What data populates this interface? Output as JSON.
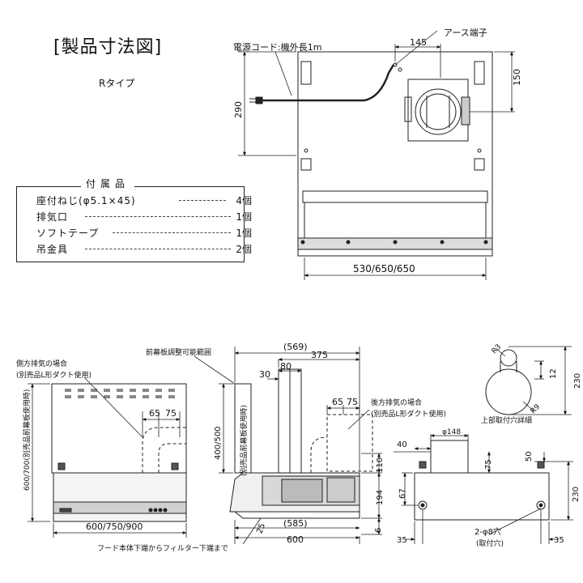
{
  "title": "[製品寸法図]",
  "subtitle": "Rタイプ",
  "accessories": {
    "heading": "付属品",
    "items": [
      {
        "name": "座付ねじ(φ5.1×45)",
        "qty": "4個"
      },
      {
        "name": "排気口",
        "qty": "1個"
      },
      {
        "name": "ソフトテープ",
        "qty": "1個"
      },
      {
        "name": "吊金具",
        "qty": "2個"
      }
    ]
  },
  "top_view": {
    "cord_label": "電源コード:機外長1m",
    "earth_label": "アース端子",
    "dim_145": "145",
    "dim_150": "150",
    "dim_290": "290",
    "width_label": "530/650/650"
  },
  "front_view": {
    "side_exhaust_1": "側方排気の場合",
    "side_exhaust_2": "(別売品L形ダクト使用)",
    "dim_65": "65",
    "dim_75": "75",
    "height_label": "600/700(別売品前幕板使用時)",
    "width_label": "600/750/900"
  },
  "side_view": {
    "adjust_range": "前幕板調整可能範囲",
    "dim_569": "(569)",
    "dim_375": "375",
    "dim_80": "80",
    "dim_30": "30",
    "height_label": "400/500",
    "height_sub": "(別売品前幕板使用時)",
    "rear_exhaust_1": "後方排気の場合",
    "rear_exhaust_2": "(別売品L形ダクト使用)",
    "dim_65": "65",
    "dim_75": "75",
    "dim_110": "110",
    "dim_194": "194",
    "dim_6": "6",
    "dim_585": "(585)",
    "dim_600": "600",
    "dim_25": "25",
    "filter_note": "フード本体下端からフィルター下端まで"
  },
  "rear_view": {
    "phi148": "φ148",
    "dim_40": "40",
    "dim_75": "75",
    "dim_50": "50",
    "dim_67": "67",
    "dim_230": "230",
    "dim_35a": "35",
    "dim_35b": "35",
    "holes": "2-φ8穴",
    "holes_sub": "(取付穴)"
  },
  "detail_view": {
    "r3": "R3",
    "r9": "R9",
    "dim_12": "12",
    "dim_230": "230",
    "caption": "上部取付穴詳細"
  }
}
